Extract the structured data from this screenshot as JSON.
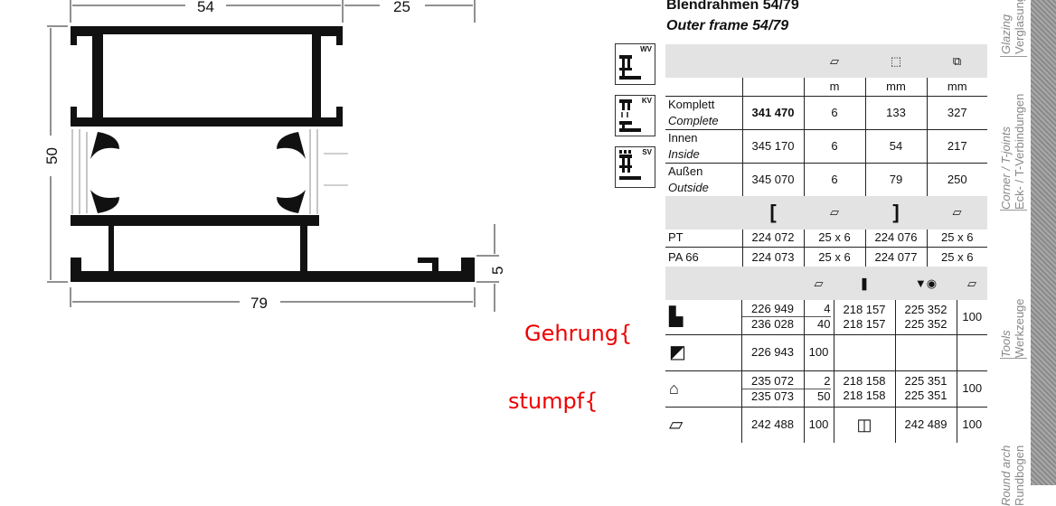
{
  "drawing": {
    "dim_top_left": "54",
    "dim_top_right": "25",
    "dim_left": "50",
    "dim_bottom": "79",
    "dim_right": "5"
  },
  "header": {
    "title_de": "Blendrahmen 54/79",
    "title_en": "Outer frame 54/79"
  },
  "joint_icons": [
    {
      "label": "WV"
    },
    {
      "label": "KV"
    },
    {
      "label": "SV"
    }
  ],
  "profiles": {
    "units": [
      "m",
      "mm",
      "mm"
    ],
    "rows": [
      {
        "label_de": "Komplett",
        "label_en": "Complete",
        "article": "341 470",
        "length": "6",
        "dim1": "133",
        "dim2": "327"
      },
      {
        "label_de": "Innen",
        "label_en": "Inside",
        "article": "345 170",
        "length": "6",
        "dim1": "54",
        "dim2": "217"
      },
      {
        "label_de": "Außen",
        "label_en": "Outside",
        "article": "345 070",
        "length": "6",
        "dim1": "79",
        "dim2": "250"
      }
    ]
  },
  "strips": {
    "rows": [
      {
        "material": "PT",
        "art1": "224 072",
        "pack1": "25 x 6",
        "art2": "224 076",
        "pack2": "25 x 6"
      },
      {
        "material": "PA 66",
        "art1": "224 073",
        "pack1": "25 x 6",
        "art2": "224 077",
        "pack2": "25 x 6"
      }
    ]
  },
  "connectors": {
    "rows": [
      {
        "art": [
          "226 949",
          "236 028"
        ],
        "qty": [
          "4",
          "40"
        ],
        "pin": [
          "218 157",
          "218 157"
        ],
        "screw": [
          "225 352",
          "225 352"
        ],
        "pack": "100"
      },
      {
        "art": [
          "226 943"
        ],
        "qty": [
          "100"
        ],
        "pin": [],
        "screw": [],
        "pack": ""
      },
      {
        "art": [
          "235 072",
          "235 073"
        ],
        "qty": [
          "2",
          "50"
        ],
        "pin": [
          "218 158",
          "218 158"
        ],
        "screw": [
          "225 351",
          "225 351"
        ],
        "pack": "100"
      },
      {
        "art": [
          "242 488"
        ],
        "qty": [
          "100"
        ],
        "pin": [],
        "screw": [
          "242 489"
        ],
        "pack": "100"
      }
    ]
  },
  "annotations": {
    "gehrung": "Gehrung{",
    "stumpf": "stumpf{"
  },
  "side_tabs": [
    {
      "en": "Glazing",
      "de": "Verglasung"
    },
    {
      "en": "Corner / T-joints",
      "de": "Eck- / T-Verbindungen"
    },
    {
      "en": "Tools",
      "de": "Werkzeuge"
    },
    {
      "en": "Round arch",
      "de": "Rundbogen"
    }
  ]
}
